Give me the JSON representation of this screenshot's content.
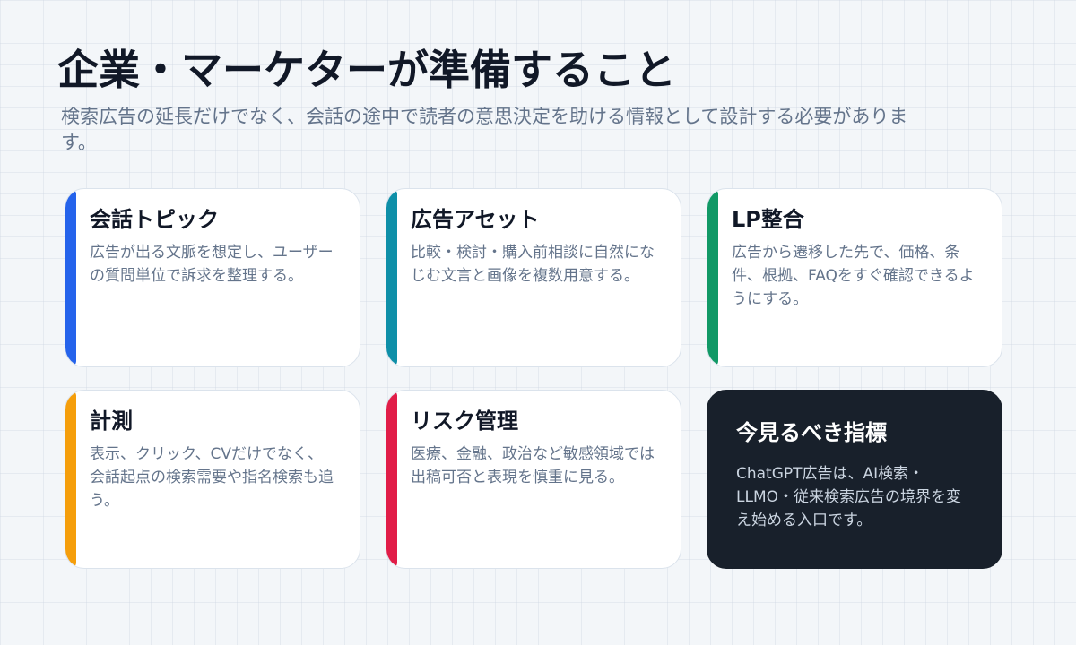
{
  "heading": {
    "title": "企業・マーケターが準備すること",
    "subtitle": "検索広告の延長だけでなく、会話の途中で読者の意思決定を助ける情報として設計する必要があります。"
  },
  "cards": [
    {
      "title": "会話トピック",
      "body": "広告が出る文脈を想定し、ユーザーの質問単位で訴求を整理する。",
      "accent_color": "#2563eb"
    },
    {
      "title": "広告アセット",
      "body": "比較・検討・購入前相談に自然になじむ文言と画像を複数用意する。",
      "accent_color": "#0e8fa8"
    },
    {
      "title": "LP整合",
      "body": "広告から遷移した先で、価格、条件、根拠、FAQをすぐ確認できるようにする。",
      "accent_color": "#119966"
    },
    {
      "title": "計測",
      "body": "表示、クリック、CVだけでなく、会話起点の検索需要や指名検索も追う。",
      "accent_color": "#f59e0b"
    },
    {
      "title": "リスク管理",
      "body": "医療、金融、政治など敏感領域では出稿可否と表現を慎重に見る。",
      "accent_color": "#e11d48"
    }
  ],
  "highlight": {
    "title": "今見るべき指標",
    "body": "ChatGPT広告は、AI検索・LLMO・従来検索広告の境界を変え始める入口です。",
    "background_color": "#18202b"
  },
  "colors": {
    "background": "#f3f6f9",
    "title_text": "#111827",
    "muted_text": "#64748b",
    "card_border": "#dbe3ec"
  }
}
